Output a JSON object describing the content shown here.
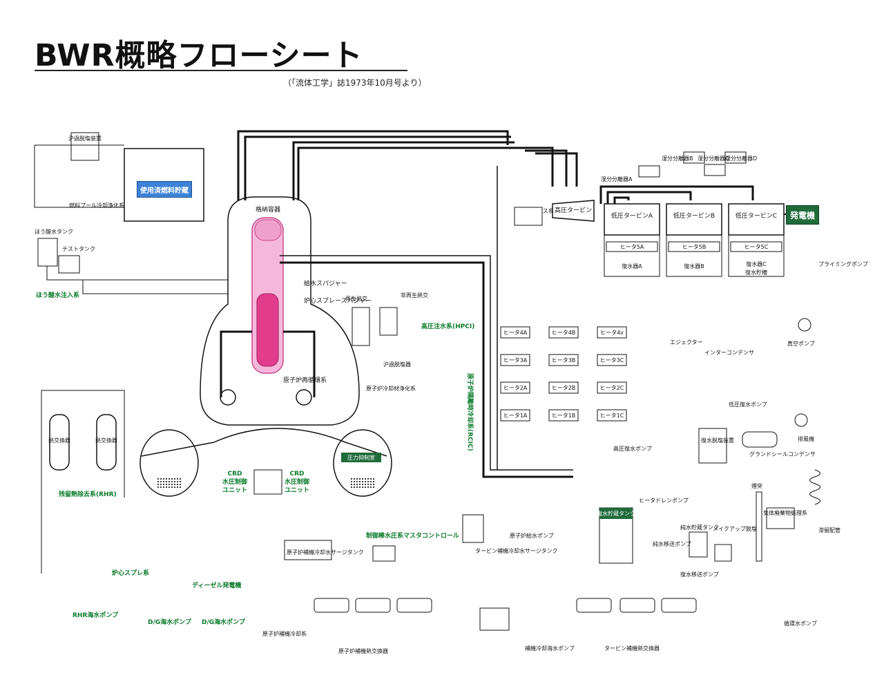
{
  "header": {
    "title": "BWR概略フローシート",
    "source": "（「流体工学」誌1973年10月号より）"
  },
  "colors": {
    "line": "#111111",
    "green_label": "#0a7a2a",
    "core": "#e23c8c",
    "vessel": "#f5b8dc",
    "generator": "#1f6b3a",
    "fuel_pool_label": "#3d82d6"
  },
  "labels": {
    "filter_demin": "沪過脱塩装置",
    "spent_fuel": "使用済燃料貯蔵",
    "fuel_pool_cooling": "燃料プール冷却浄化系",
    "boric_tank": "ほう酸水タンク",
    "test_tank": "テストタンク",
    "boric_injection": "ほう酸水注入系",
    "containment": "格納容器",
    "feedwater_sparger": "給水スパジャー",
    "core_spray_sparger": "炉心スプレースパジャー",
    "regen_hx": "再生熱交",
    "nonregen_hx": "非再生熱交",
    "filter_demin2": "沪過脱塩器",
    "reactor_recirc": "原子炉再循環系",
    "cleanup": "原子炉冷却材浄化系",
    "hpci": "高圧注水系(HPCI)",
    "rcic": "原子炉隔離時冷却系(RCIC)",
    "rhr_hx": "熱交換器",
    "rhr_sys": "残留熱除去系(RHR)",
    "crd_unit": "CRD水圧制御ユニット",
    "suppression": "圧力抑制室",
    "crd_control": "制御棒水圧系マスタコントロール",
    "core_spray": "炉心スプレ系",
    "rhr_sw_pump": "RHR海水ポンプ",
    "diesel": "ディーゼル発電機",
    "dg_pump": "D/G海水ポンプ",
    "reactor_aux_surge": "原子炉補機冷却水サージタンク",
    "reactor_aux_cooling": "原子炉補機冷却系",
    "reactor_aux_hx": "原子炉補機熱交換器",
    "bypass": "バイパス系",
    "hp_turbine": "高圧タービン",
    "moisture_sep_a": "湿分分離器A",
    "moisture_sep_b": "湿分分離器B",
    "moisture_sep_c": "湿分分離器C",
    "moisture_sep_d": "湿分分離器D",
    "lp_turbine_a": "低圧タービンA",
    "lp_turbine_b": "低圧タービンB",
    "lp_turbine_c": "低圧タービンC",
    "generator": "発電機",
    "heater_5a": "ヒータ5A",
    "heater_5b": "ヒータ5B",
    "heater_5c": "ヒータ5C",
    "condenser_a": "復水器A",
    "condenser_b": "復水器B",
    "condenser_c": "復水器C",
    "condensate_storage": "復水貯槽",
    "priming_pump": "プライミングポンプ",
    "vacuum_pump": "真空ポンプ",
    "ejector": "エジェクター",
    "inter_condenser": "インターコンデンサ",
    "lp_condensate_pump": "低圧復水ポンプ",
    "hp_condensate_pump": "高圧復水ポンプ",
    "condensate_demin": "復水脱塩装置",
    "gland_seal": "グランドシールコンデンサ",
    "exhaust_fan": "排風機",
    "heater_drain_pump": "ヒータドレンポンプ",
    "reactor_feed_pump": "原子炉給水ポンプ",
    "turbine_aux_surge": "タービン補機冷却水サージタンク",
    "condensate_tank": "復水貯蔵タンク",
    "pure_water_tank": "純水貯蔵タンク",
    "makeup_demin": "メイクアップ脱塩器",
    "transfer_pump": "純水移送ポンプ",
    "condensate_transfer_pump": "復水移送ポンプ",
    "stack": "煙突",
    "waste_gas": "気体廃棄物処理系",
    "delay_pipe": "滞留配管",
    "aux_sw_pump": "補機冷却海水ポンプ",
    "turbine_aux_hx": "タービン補機熱交換器",
    "circ_pump": "循環水ポンプ"
  },
  "heaters": [
    {
      "id": "4a",
      "label": "ヒータ4A"
    },
    {
      "id": "3a",
      "label": "ヒータ3A"
    },
    {
      "id": "2a",
      "label": "ヒータ2A"
    },
    {
      "id": "1a",
      "label": "ヒータ1A"
    },
    {
      "id": "4b",
      "label": "ヒータ4B"
    },
    {
      "id": "3b",
      "label": "ヒータ3B"
    },
    {
      "id": "2b",
      "label": "ヒータ2B"
    },
    {
      "id": "1b",
      "label": "ヒータ1B"
    },
    {
      "id": "4c",
      "label": "ヒータ4v"
    },
    {
      "id": "3c",
      "label": "ヒータ3C"
    },
    {
      "id": "2c",
      "label": "ヒータ2C"
    },
    {
      "id": "1c",
      "label": "ヒータ1C"
    }
  ],
  "crd_left": [
    "CRD",
    "水圧制御",
    "ユニット"
  ],
  "crd_right": [
    "CRD",
    "水圧制御",
    "ユニット"
  ]
}
